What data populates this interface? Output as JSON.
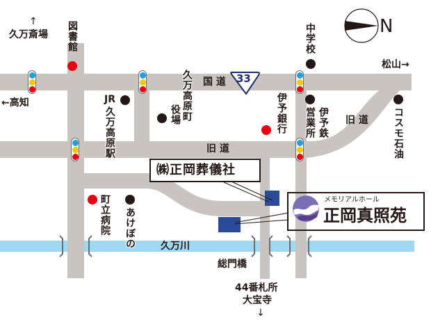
{
  "map": {
    "colors": {
      "road": "#c9c4bf",
      "river": "#a0d8f2",
      "site": "#2b4a9a",
      "signal_blue": "#1f9fe0",
      "signal_yellow": "#f5c800",
      "signal_red": "#e60012",
      "poi_red": "#e60012",
      "poi_black": "#231815",
      "route_shield": "#1d2a6e"
    },
    "compass": {
      "label": "N"
    },
    "route_shield": {
      "number": "33"
    },
    "directions": {
      "kumanosaiba": "久万斎場",
      "kochi": "←高知",
      "matsuyama": "松山→",
      "taihoji_line1": "44番札所",
      "taihoji_line2": "大宝寺",
      "down_arrow": "↓",
      "up_arrow": "↑"
    },
    "roads": {
      "national_road": "国 道",
      "old_road_middle": "旧 道",
      "old_road_right": "旧 道"
    },
    "river": {
      "name": "久万川"
    },
    "bridge": {
      "name": "総門橋"
    },
    "landmarks": {
      "library": "図書館",
      "junior_high": "中学校",
      "jr_station_prefix": "JR",
      "jr_station": "久万高原駅",
      "town_office_name": "久万高原町",
      "town_office_suffix": "役場",
      "iyo_bank": "伊予銀行",
      "iyotetsu_office_a": "営業所",
      "iyotetsu_office_b": "伊予鉄",
      "cosmo_oil": "コスモ石油",
      "town_hospital": "町立病院",
      "akebono": "あけぼの"
    },
    "sites": {
      "funeral_company": "㈱正岡葬儀社",
      "memorial_hall_sub": "メモリアルホール",
      "memorial_hall_name": "正岡真照苑"
    }
  }
}
